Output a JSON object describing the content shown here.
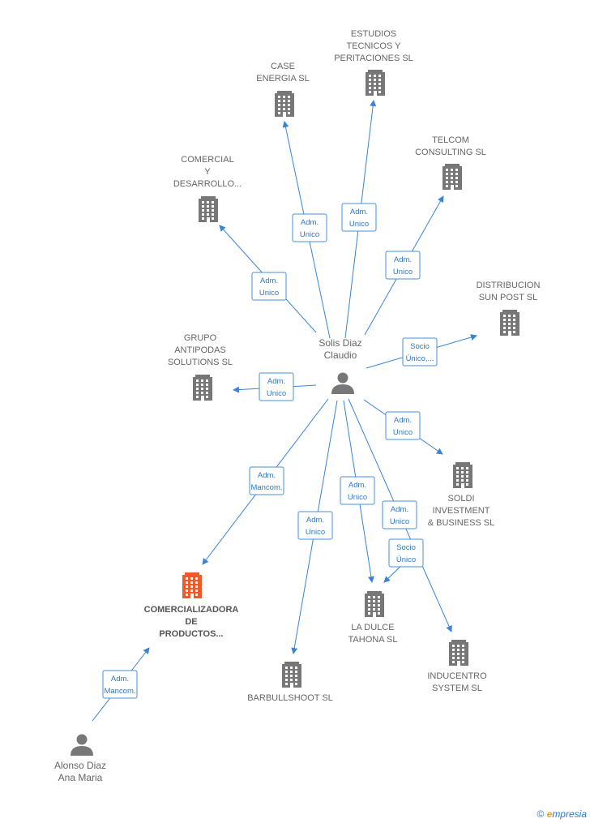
{
  "colors": {
    "company": "#777777",
    "highlight": "#f05a28",
    "person": "#777777",
    "edge": "#3a83d6"
  },
  "nodes": [
    {
      "id": "solis",
      "type": "person",
      "lines": [
        "Solis Diaz",
        "Claudio"
      ]
    },
    {
      "id": "alonso",
      "type": "person",
      "lines": [
        "Alonso Diaz",
        "Ana Maria"
      ]
    },
    {
      "id": "estudios",
      "type": "company",
      "lines": [
        "ESTUDIOS",
        "TECNICOS Y",
        "PERITACIONES SL"
      ]
    },
    {
      "id": "case",
      "type": "company",
      "lines": [
        "CASE",
        "ENERGIA SL"
      ]
    },
    {
      "id": "telcom",
      "type": "company",
      "lines": [
        "TELCOM",
        "CONSULTING SL"
      ]
    },
    {
      "id": "comercial",
      "type": "company",
      "lines": [
        "COMERCIAL",
        "Y",
        "DESARROLLO..."
      ]
    },
    {
      "id": "distribucion",
      "type": "company",
      "lines": [
        "DISTRIBUCION",
        "SUN POST  SL"
      ]
    },
    {
      "id": "grupo",
      "type": "company",
      "lines": [
        "GRUPO",
        "ANTIPODAS",
        "SOLUTIONS SL"
      ]
    },
    {
      "id": "soldi",
      "type": "company",
      "lines": [
        "SOLDI",
        "INVESTMENT",
        "& BUSINESS SL"
      ]
    },
    {
      "id": "comercializadora",
      "type": "company",
      "highlight": true,
      "lines": [
        "COMERCIALIZADORA",
        "DE",
        "PRODUCTOS..."
      ]
    },
    {
      "id": "ladulce",
      "type": "company",
      "lines": [
        "LA DULCE",
        "TAHONA SL"
      ]
    },
    {
      "id": "barbull",
      "type": "company",
      "lines": [
        "BARBULLSHOOT SL"
      ]
    },
    {
      "id": "inducentro",
      "type": "company",
      "lines": [
        "INDUCENTRO",
        "SYSTEM SL"
      ]
    }
  ],
  "edges": [
    {
      "from": "solis",
      "to": "case",
      "label": [
        "Adm.",
        "Unico"
      ]
    },
    {
      "from": "solis",
      "to": "estudios",
      "label": [
        "Adm.",
        "Unico"
      ]
    },
    {
      "from": "solis",
      "to": "telcom",
      "label": [
        "Adm.",
        "Unico"
      ]
    },
    {
      "from": "solis",
      "to": "comercial",
      "label": [
        "Adm.",
        "Unico"
      ]
    },
    {
      "from": "solis",
      "to": "distribucion",
      "label": [
        "Socio",
        "Único,..."
      ]
    },
    {
      "from": "solis",
      "to": "grupo",
      "label": [
        "Adm.",
        "Unico"
      ]
    },
    {
      "from": "solis",
      "to": "soldi",
      "label": [
        "Adm.",
        "Unico"
      ]
    },
    {
      "from": "solis",
      "to": "comercializadora",
      "label": [
        "Adm.",
        "Mancom."
      ]
    },
    {
      "from": "solis",
      "to": "barbull",
      "label": [
        "Adm.",
        "Unico"
      ]
    },
    {
      "from": "solis",
      "to": "ladulce",
      "label": [
        "Adm.",
        "Unico"
      ]
    },
    {
      "from": "solis",
      "to": "inducentro",
      "label": [
        "Adm.",
        "Unico"
      ]
    },
    {
      "from": "solis",
      "to": "ladulce",
      "label": [
        "Socio",
        "Único"
      ]
    },
    {
      "from": "alonso",
      "to": "comercializadora",
      "label": [
        "Adm.",
        "Mancom."
      ]
    }
  ],
  "footer": {
    "copyright": "©",
    "brand_first": "e",
    "brand_rest": "mpresia"
  }
}
